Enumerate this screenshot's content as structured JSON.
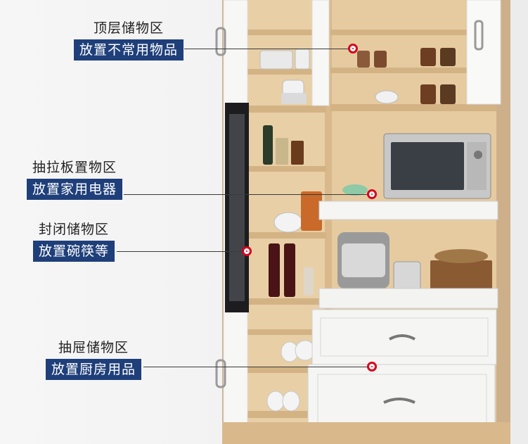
{
  "callouts": [
    {
      "title": "顶层储物区",
      "tag": "放置不常用物品"
    },
    {
      "title": "抽拉板置物区",
      "tag": "放置家用电器"
    },
    {
      "title": "封闭储物区",
      "tag": "放置碗筷等"
    },
    {
      "title": "抽屉储物区",
      "tag": "放置厨房用品"
    }
  ],
  "colors": {
    "tag_bg": "#1f3f7a",
    "dot": "#d6001c",
    "wood": "#d9b98c",
    "panel": "#f7f7f5"
  }
}
